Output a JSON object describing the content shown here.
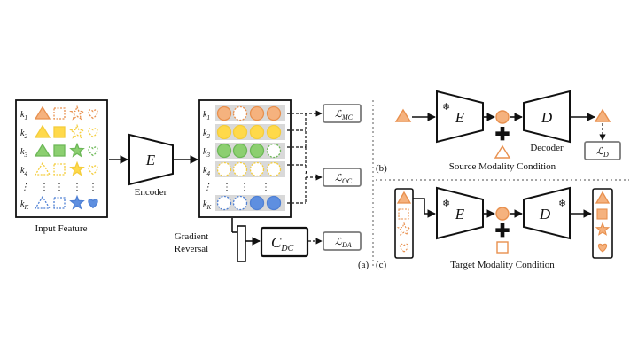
{
  "rows": [
    "k_1",
    "k_2",
    "k_3",
    "k_4",
    "⋮",
    "k_K"
  ],
  "input_feature_label": "Input Feature",
  "encoder_label": "Encoder",
  "encoder_symbol": "E",
  "decoder_symbol": "D",
  "decoder_label": "Decoder",
  "gradient_reversal_label": [
    "Gradient",
    "Reversal"
  ],
  "classifier_label": "C",
  "classifier_sub": "DC",
  "losses": {
    "mc": {
      "main": "ℒ",
      "sub": "MC"
    },
    "oc": {
      "main": "ℒ",
      "sub": "OC"
    },
    "da": {
      "main": "ℒ",
      "sub": "DA"
    },
    "d": {
      "main": "ℒ",
      "sub": "D"
    }
  },
  "panel_labels": {
    "a": "(a)",
    "b": "(b)",
    "c": "(c)"
  },
  "source_caption": "Source Modality Condition",
  "target_caption": "Target Modality Condition",
  "colors": {
    "orange": "#e8904e",
    "yellow": "#f4cd3c",
    "green": "#6db858",
    "blue": "#4f80d4",
    "orange_fill": "#f5b27e",
    "yellow_fill": "#ffd94a",
    "green_fill": "#8ccf70",
    "blue_fill": "#5e8fe0"
  }
}
